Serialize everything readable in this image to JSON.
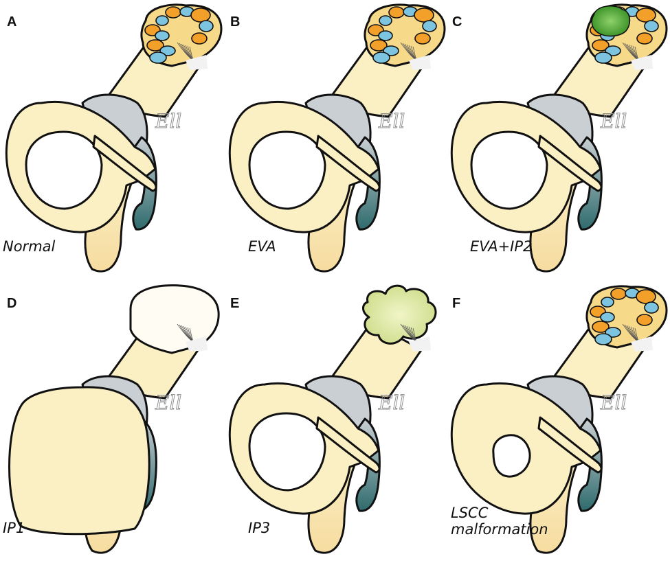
{
  "panels": [
    {
      "letter": "A",
      "caption": "Normal",
      "variant": "normal"
    },
    {
      "letter": "B",
      "caption": "EVA",
      "variant": "eva"
    },
    {
      "letter": "C",
      "caption": "EVA+IP2",
      "variant": "ip2"
    },
    {
      "letter": "D",
      "caption": "IP1",
      "variant": "ip1"
    },
    {
      "letter": "E",
      "caption": "IP3",
      "variant": "ip3"
    },
    {
      "letter": "F",
      "caption": "LSCC malformation",
      "variant": "lscc"
    }
  ],
  "signature": "Ell",
  "colors": {
    "labyrinth_fill": "#fbefc4",
    "vestibule_gray": "#c9cfd3",
    "cochlea_teal": "#2f6b6d",
    "scala_orange": "#f2a02a",
    "scala_blue": "#7cc4e0",
    "ip2_green": "#3c9a2a",
    "ip3_lime": "#d9e59a",
    "outline": "#111111"
  }
}
